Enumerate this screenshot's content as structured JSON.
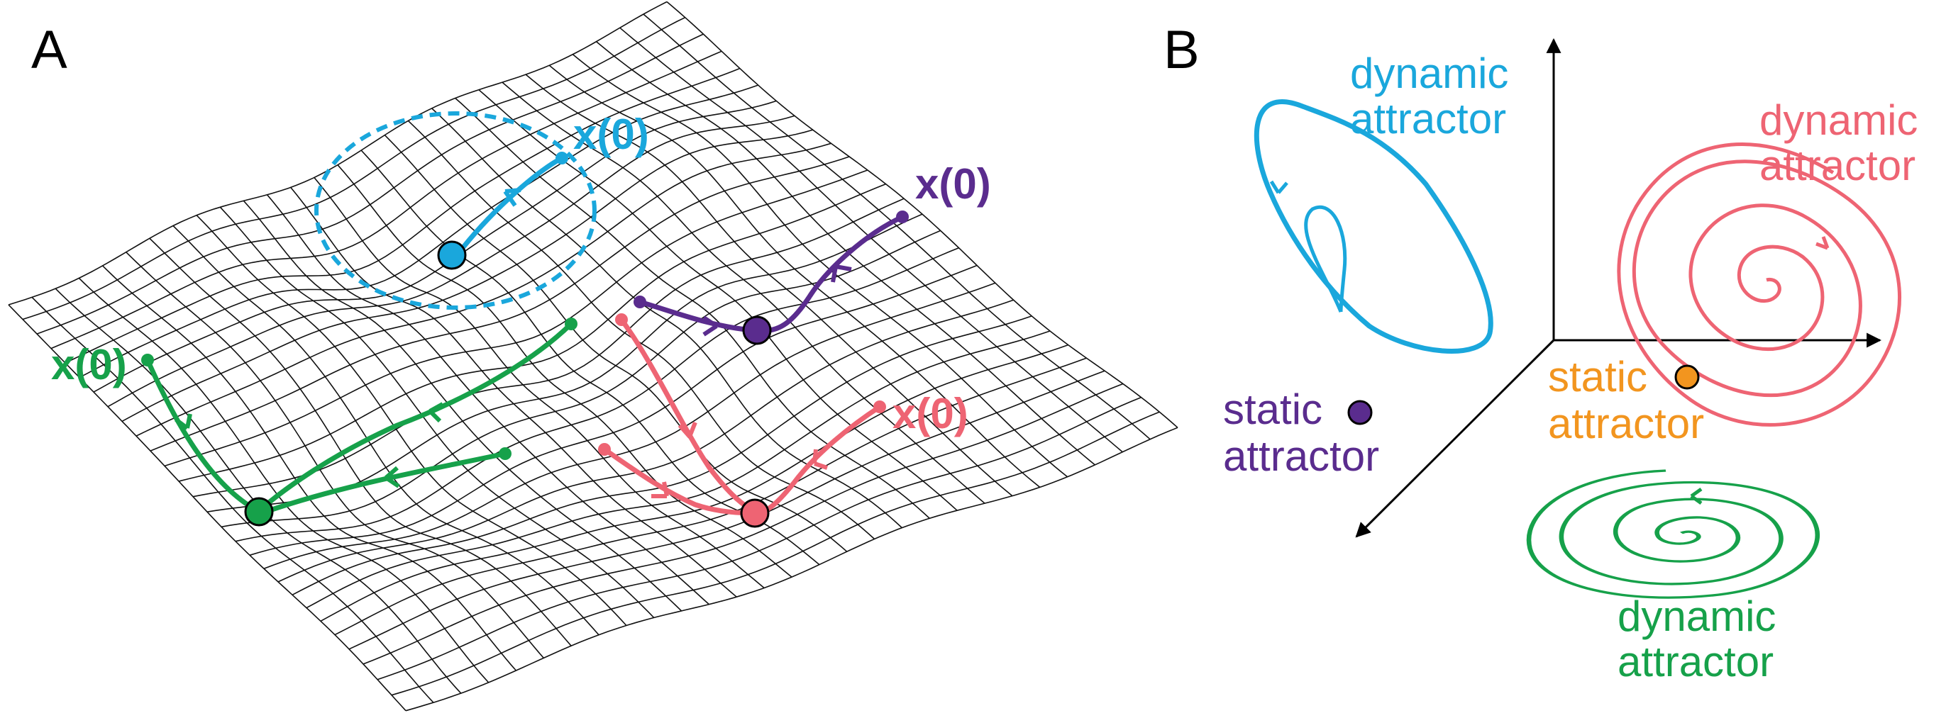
{
  "colors": {
    "cyan": "#1aa7dc",
    "purple": "#5a2c8e",
    "green": "#16a14a",
    "red": "#ee6473",
    "orange": "#f2951f",
    "mesh": "#111111"
  },
  "panel_a": {
    "label": "A",
    "x0_cyan": "x(0)",
    "x0_purple": "x(0)",
    "x0_green": "x(0)",
    "x0_red": "x(0)"
  },
  "panel_b": {
    "label": "B",
    "cyan": {
      "line1": "dynamic",
      "line2": "attractor"
    },
    "red": {
      "line1": "dynamic",
      "line2": "attractor"
    },
    "orange": {
      "line1": "static",
      "line2": "attractor"
    },
    "purple": {
      "line1": "static",
      "line2": "attractor"
    },
    "green": {
      "line1": "dynamic",
      "line2": "attractor"
    }
  }
}
